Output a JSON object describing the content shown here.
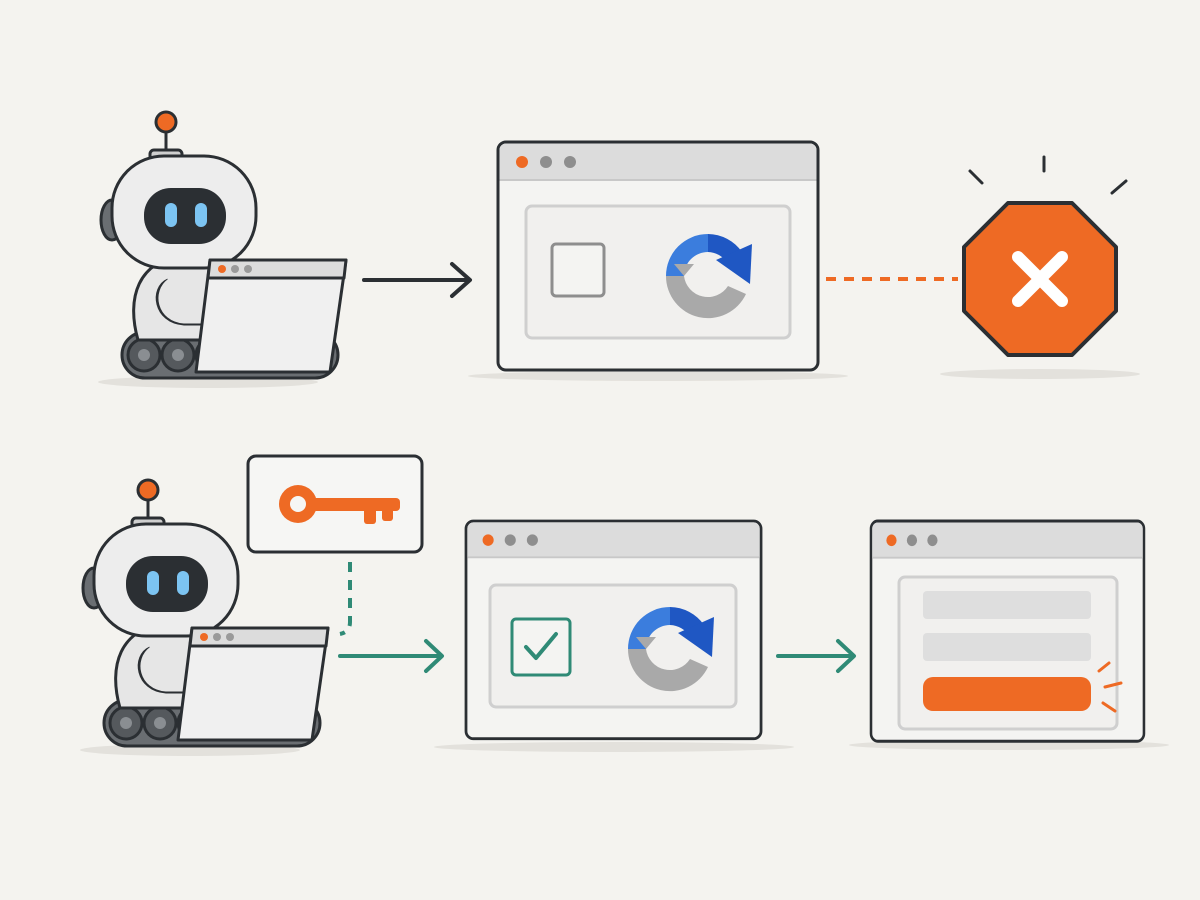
{
  "colors": {
    "background": "#f4f3ef",
    "outline": "#2b2f33",
    "accent_orange": "#ee6a24",
    "success_teal": "#2f8a76",
    "recaptcha_blue": "#3b7ddd",
    "recaptcha_dark_blue": "#1f57c3",
    "recaptcha_gray": "#a9a9a9",
    "robot_body": "#e4e4e4",
    "robot_face": "#2b2f33",
    "robot_eyes": "#7cc4f2",
    "window_bar": "#dcdcdc",
    "window_body": "#f4f4f2",
    "form_field": "#dedede",
    "tread": "#555a5e"
  },
  "flows": [
    {
      "id": "blocked",
      "actor": "robot-with-laptop",
      "captcha_checkbox_checked": false,
      "outcome": "blocked",
      "outcome_icon": "stop-x-icon"
    },
    {
      "id": "authorized",
      "actor": "robot-with-laptop",
      "credential_icon": "key-icon",
      "captcha_checkbox_checked": true,
      "outcome": "access-granted",
      "outcome_icon": "form-page"
    }
  ]
}
